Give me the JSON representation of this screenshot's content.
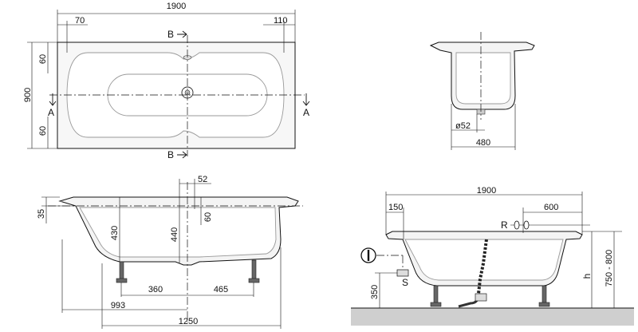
{
  "top_view": {
    "overall_length": "1900",
    "left_offset": "70",
    "right_offset": "110",
    "width": "900",
    "edge_top": "60",
    "edge_bottom": "60",
    "section_b": "B",
    "section_a": "A"
  },
  "end_section": {
    "outlet_diameter": "ø52",
    "bottom_width": "480"
  },
  "long_section": {
    "rim_thickness": "35",
    "depth_inside": "430",
    "depth_overflow": "440",
    "overflow_offset": "52",
    "overflow_drop": "60",
    "foot_left": "360",
    "foot_right": "465",
    "outlet_position": "993",
    "foot_span": "1250"
  },
  "install_view": {
    "overall_length": "1900",
    "left_edge": "150",
    "right_offset": "600",
    "label_r": "R",
    "label_s": "S",
    "floor_height": "350",
    "label_h": "h",
    "height_range": "750 - 800"
  }
}
